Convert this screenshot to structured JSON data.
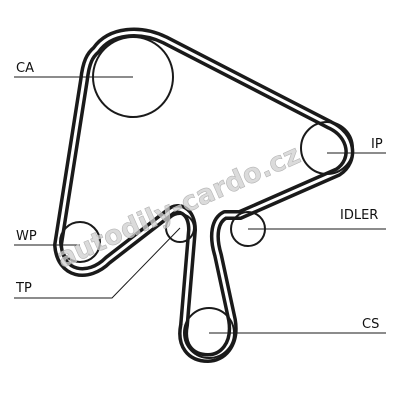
{
  "labels": {
    "ca": "CA",
    "ip": "IP",
    "wp": "WP",
    "idler": "IDLER",
    "tp": "TP",
    "cs": "CS"
  },
  "watermark": "autodily-cardo.cz",
  "colors": {
    "belt": "#1a1a1a",
    "belt_inner": "#ffffff",
    "pulley_stroke": "#1a1a1a",
    "leader": "#1a1a1a",
    "watermark": "#cfcfcf"
  }
}
